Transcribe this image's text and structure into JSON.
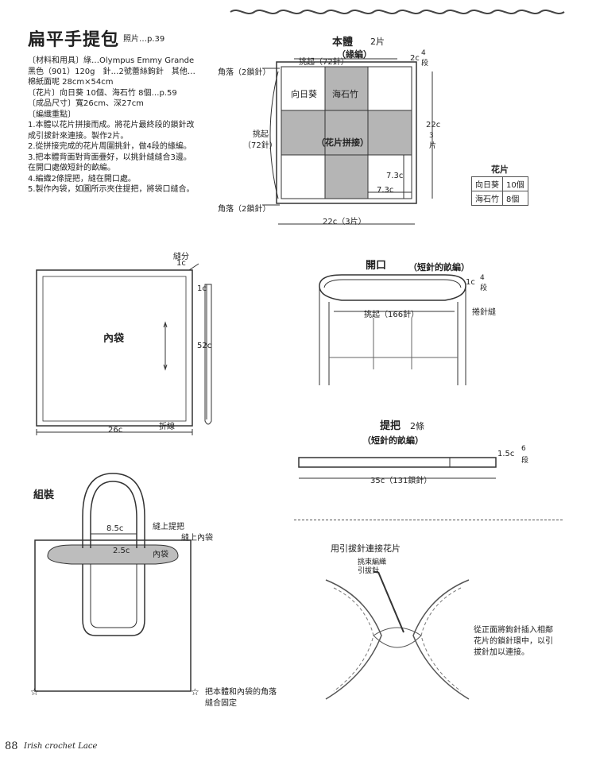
{
  "header": {
    "title": "扁平手提包",
    "photo_ref": "照片…p.39"
  },
  "materials": {
    "lines": [
      "〔材料和用具〕綠…Olympus Emmy Grande",
      "黑色（901）120g　針…2號蕾絲鉤針　其他…",
      "棉紙面呢 28cm×54cm",
      "〔花片〕向日葵 10個、海石竹 8個…p.59",
      "〔成品尺寸〕寬26cm、深27cm",
      "〔編織重點〕",
      "1.本體以花片拼接而成。將花片最終段的鎖針改",
      "成引拔針來連接。製作2片。",
      "2.從拼接完成的花片周圍挑針，做4段的緣編。",
      "3.把本體背面對背面疊好，以挑針縫縫合3邊。",
      "在開口處做短針的畝編。",
      "4.編織2條提把，縫在開口處。",
      "5.製作內袋，如圖所示夾住提把，將袋口縫合。"
    ]
  },
  "body_diagram": {
    "title": "本體",
    "count": "2片",
    "edge_label": "（緣編）",
    "pickup_top": "挑起（72針）",
    "edge_height": "2c",
    "edge_rows": "4",
    "edge_rows_unit": "段",
    "corner_top": "角落（2鎖針）",
    "corner_bottom": "角落（2鎖針）",
    "pickup_side": "挑起",
    "pickup_side_count": "（72針）",
    "height": "22c",
    "height_pieces": "3",
    "height_pieces_unit": "片",
    "width": "22c（3片）",
    "motif_sunflower": "向日葵",
    "motif_thrift": "海石竹",
    "join_label": "（花片拼接）",
    "cell_height": "7.3c",
    "cell_width": "7.3c"
  },
  "motif_table": {
    "title": "花片",
    "rows": [
      {
        "name": "向日葵",
        "count": "10個"
      },
      {
        "name": "海石竹",
        "count": "8個"
      }
    ]
  },
  "inner_bag": {
    "title": "內袋",
    "seam": "縫分",
    "seam_size": "1c",
    "side_seam": "1c",
    "height": "52c",
    "width": "26c",
    "fold": "折線"
  },
  "opening": {
    "title": "開口",
    "stitch": "（短針的畝編）",
    "height": "1c",
    "rows": "4",
    "rows_unit": "段",
    "pickup": "挑起（166針）",
    "seam": "捲針縫"
  },
  "handle": {
    "title": "提把",
    "count": "2條",
    "stitch": "（短針的畝編）",
    "height": "1.5c",
    "rows": "6",
    "rows_unit": "段",
    "length": "35c（131鎖針）"
  },
  "assembly": {
    "title": "組裝",
    "sew_handle": "縫上提把",
    "sew_inner": "縫上內袋",
    "handle_gap": "8.5c",
    "handle_offset": "2.5c",
    "inner_label": "內袋",
    "corner_note_1": "把本體和內袋的角落",
    "corner_note_2": "縫合固定"
  },
  "join": {
    "title": "用引拔針連接花片",
    "needle_label_1": "挑束編織",
    "needle_label_2": "引拔針",
    "note_1": "從正面將鉤針插入相鄰",
    "note_2": "花片的鎖針環中，以引",
    "note_3": "拔針加以連接。"
  },
  "footer": {
    "page_number": "88",
    "book_title": "Irish crochet Lace"
  }
}
